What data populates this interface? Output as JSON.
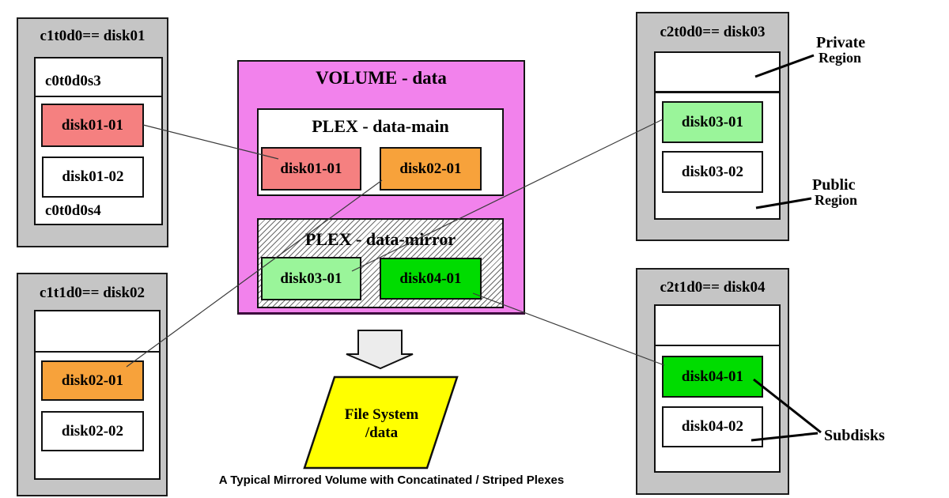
{
  "diagram": {
    "caption": "A Typical Mirrored Volume with Concatinated / Striped Plexes"
  },
  "disks": [
    {
      "title": "c1t0d0== disk01",
      "slice_top": "c0t0d0s3",
      "slice_bottom": "c0t0d0s4",
      "subdisks": [
        {
          "label": "disk01-01",
          "color": "#F58080"
        },
        {
          "label": "disk01-02",
          "color": "#FFFFFF"
        }
      ]
    },
    {
      "title": "c1t1d0== disk02",
      "subdisks": [
        {
          "label": "disk02-01",
          "color": "#F7A23B"
        },
        {
          "label": "disk02-02",
          "color": "#FFFFFF"
        }
      ]
    },
    {
      "title": "c2t0d0== disk03",
      "subdisks": [
        {
          "label": "disk03-01",
          "color": "#9AF59A"
        },
        {
          "label": "disk03-02",
          "color": "#FFFFFF"
        }
      ]
    },
    {
      "title": "c2t1d0== disk04",
      "subdisks": [
        {
          "label": "disk04-01",
          "color": "#00DC00"
        },
        {
          "label": "disk04-02",
          "color": "#FFFFFF"
        }
      ]
    }
  ],
  "volume": {
    "title": "VOLUME - data",
    "color": "#F282EC",
    "plexes": [
      {
        "title": "PLEX  - data-main",
        "subdisks": [
          {
            "label": "disk01-01",
            "color": "#F58080"
          },
          {
            "label": "disk02-01",
            "color": "#F7A23B"
          }
        ]
      },
      {
        "title": "PLEX  - data-mirror",
        "subdisks": [
          {
            "label": "disk03-01",
            "color": "#9AF59A"
          },
          {
            "label": "disk04-01",
            "color": "#00DC00"
          }
        ]
      }
    ]
  },
  "file_system": {
    "line1": "File System",
    "line2": "/data",
    "color": "#FFFF00"
  },
  "labels": {
    "private_region": {
      "line1": "Private",
      "line2": "Region"
    },
    "public_region": {
      "line1": "Public",
      "line2": "Region"
    },
    "subdisks": "Subdisks"
  }
}
